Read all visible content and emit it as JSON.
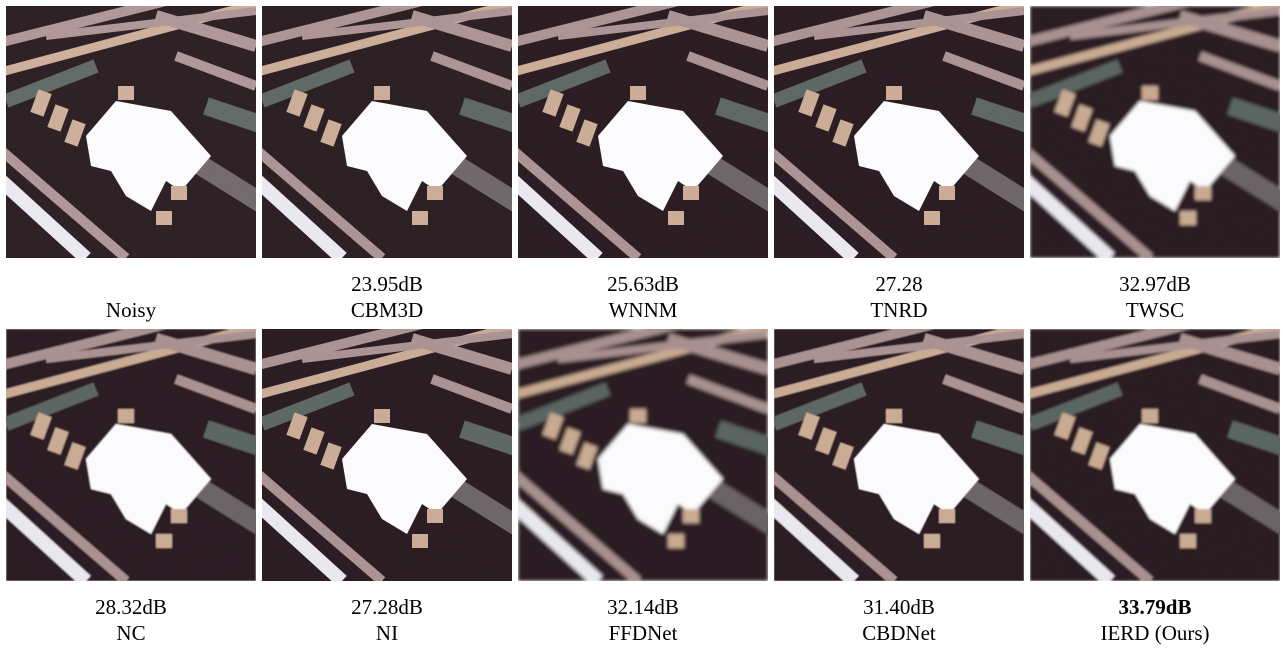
{
  "panels": [
    {
      "name": "Noisy",
      "psnr": "",
      "noise": 0.9,
      "blur": 0,
      "bold": false
    },
    {
      "name": "CBM3D",
      "psnr": "23.95dB",
      "noise": 0.55,
      "blur": 0,
      "bold": false
    },
    {
      "name": "WNNM",
      "psnr": "25.63dB",
      "noise": 0.45,
      "blur": 0.2,
      "bold": false
    },
    {
      "name": "TNRD",
      "psnr": "27.28",
      "noise": 0.4,
      "blur": 0.2,
      "bold": false
    },
    {
      "name": "TWSC",
      "psnr": "32.97dB",
      "noise": 0.05,
      "blur": 1.6,
      "bold": false
    },
    {
      "name": "NC",
      "psnr": "28.32dB",
      "noise": 0.15,
      "blur": 0.8,
      "bold": false
    },
    {
      "name": "NI",
      "psnr": "27.28dB",
      "noise": 0.35,
      "blur": 0.3,
      "bold": false
    },
    {
      "name": "FFDNet",
      "psnr": "32.14dB",
      "noise": 0.0,
      "blur": 1.8,
      "bold": false
    },
    {
      "name": "CBDNet",
      "psnr": "31.40dB",
      "noise": 0.25,
      "blur": 0.6,
      "bold": false
    },
    {
      "name": "IERD (Ours)",
      "psnr": "33.79dB",
      "noise": 0.05,
      "blur": 1.0,
      "bold": true
    }
  ],
  "colors": {
    "background": "#2a1f22",
    "dark_bar": "#1f1a1c",
    "light_bar": "#a89090",
    "beige": "#c9aa92",
    "white_patch": "#fbfbfd",
    "green_bar": "#5a6560"
  }
}
